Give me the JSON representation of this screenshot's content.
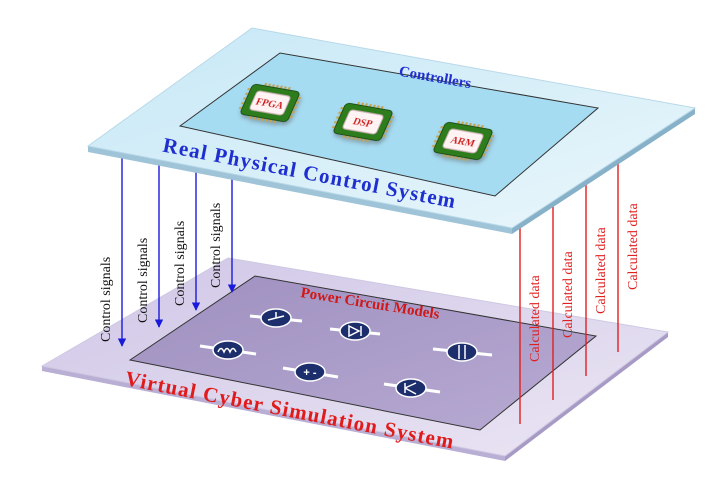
{
  "top_plane": {
    "title": "Real Physical Control System",
    "panel_title": "Controllers",
    "chips": [
      {
        "label": "FPGA"
      },
      {
        "label": "DSP"
      },
      {
        "label": "ARM"
      }
    ]
  },
  "bottom_plane": {
    "title": "Virtual Cyber Simulation System",
    "panel_title": "Power Circuit Models"
  },
  "left_signals": [
    {
      "label": "Control signals"
    },
    {
      "label": "Control signals"
    },
    {
      "label": "Control signals"
    },
    {
      "label": "Control signals"
    }
  ],
  "right_signals": [
    {
      "label": "Calculated data"
    },
    {
      "label": "Calculated data"
    },
    {
      "label": "Calculated data"
    },
    {
      "label": "Calculated data"
    }
  ],
  "colors": {
    "control": "#1a1adb",
    "data": "#e02020",
    "top_plane": "#d8eef8",
    "top_panel": "#aee0f4",
    "bottom_plane": "#dcd4ec",
    "bottom_panel": "#a89ac4",
    "chip_body": "#2e7d1e",
    "chip_face": "#fff3f3"
  }
}
